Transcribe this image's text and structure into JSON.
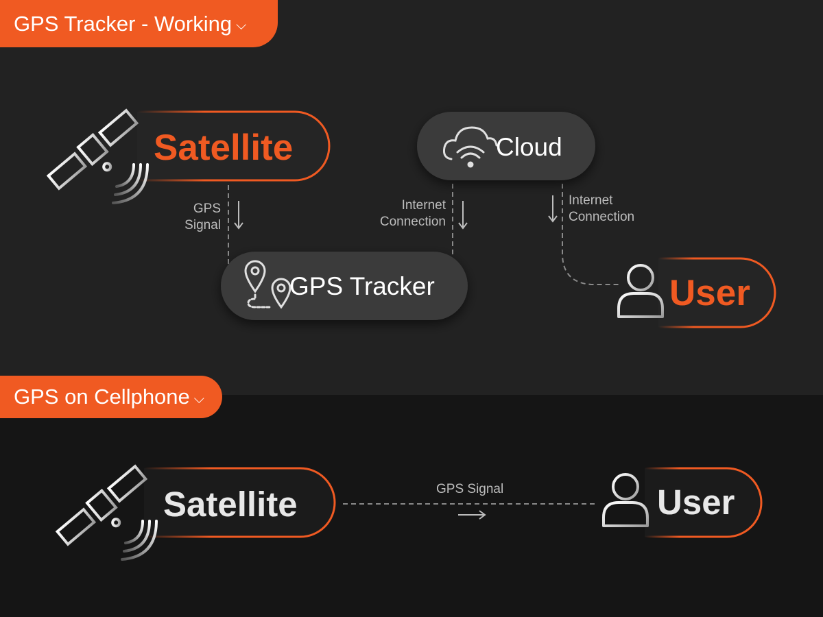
{
  "sections": {
    "tracker": {
      "title": "GPS Tracker - Working",
      "chevron": "⌵"
    },
    "cellphone": {
      "title": "GPS on Cellphone",
      "chevron": "⌵"
    }
  },
  "nodes": {
    "satellite_top": "Satellite",
    "cloud": "Cloud",
    "gps_tracker": "GPS Tracker",
    "user_top": "User",
    "satellite_bottom": "Satellite",
    "user_bottom": "User"
  },
  "edges": {
    "gps_signal_top_line1": "GPS",
    "gps_signal_top_line2": "Signal",
    "internet_left_line1": "Internet",
    "internet_left_line2": "Connection",
    "internet_right_line1": "Internet",
    "internet_right_line2": "Connection",
    "gps_signal_bottom": "GPS Signal"
  },
  "icons": [
    "satellite-icon",
    "cloud-wifi-icon",
    "location-route-icon",
    "user-icon",
    "arrow-down-icon",
    "arrow-right-icon"
  ],
  "colors": {
    "accent": "#f05a22",
    "dark_bg": "#222222",
    "darker_bg": "#151515",
    "pill": "#3a3a3a",
    "line": "#8a8a8a"
  }
}
